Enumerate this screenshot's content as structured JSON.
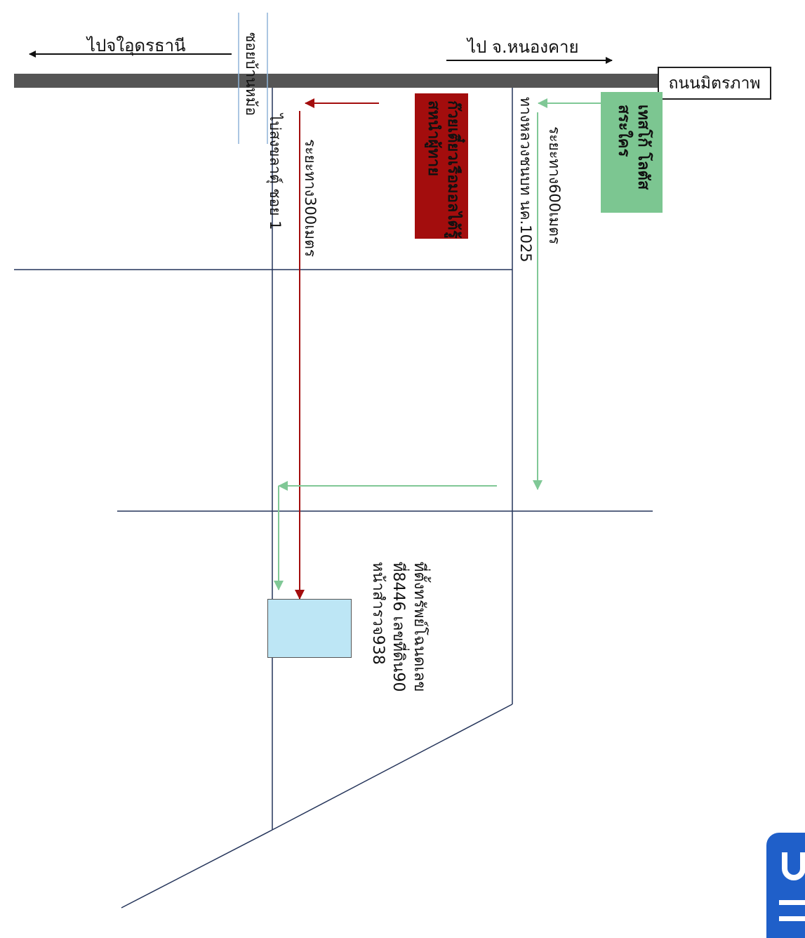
{
  "labels": {
    "to_udon": "ไปจใอุดรธานี",
    "to_nongkhai": "ไป จ.หนองคาย",
    "road_name": "ถนนมิตรภาพ",
    "soi_cross": "ซอยบ้านหม้อ",
    "soi_1": "ไบ่สงขลาตุ์ ชอย 1",
    "highway": "ทางหลวงชนบท นค.1025",
    "distance_300": "ระยะทาง300เมตร",
    "distance_600": "ระยะทาง600เมตร"
  },
  "landmarks": {
    "red_box": {
      "line1": "ก๊วยเตี๋ยวเรือมอลไต้รู้",
      "line2": "สหนำผู้ทาย",
      "color": "#a30d0d"
    },
    "green_box": {
      "line1": "เทสโก้ โลตัส",
      "line2": "สระใคร",
      "color": "#7cc691"
    },
    "property_box": {
      "color": "#bde6f5"
    }
  },
  "property": {
    "line1": "ที่ตั้งทรัพย์โฉนดเลข",
    "line2": "ที่8446 เลขที่ดิน90",
    "line3": "หน้าสำรวจ938"
  },
  "colors": {
    "road": "#555555",
    "line": "#24345a",
    "red_route": "#a30d0d",
    "green_route": "#80c896"
  }
}
